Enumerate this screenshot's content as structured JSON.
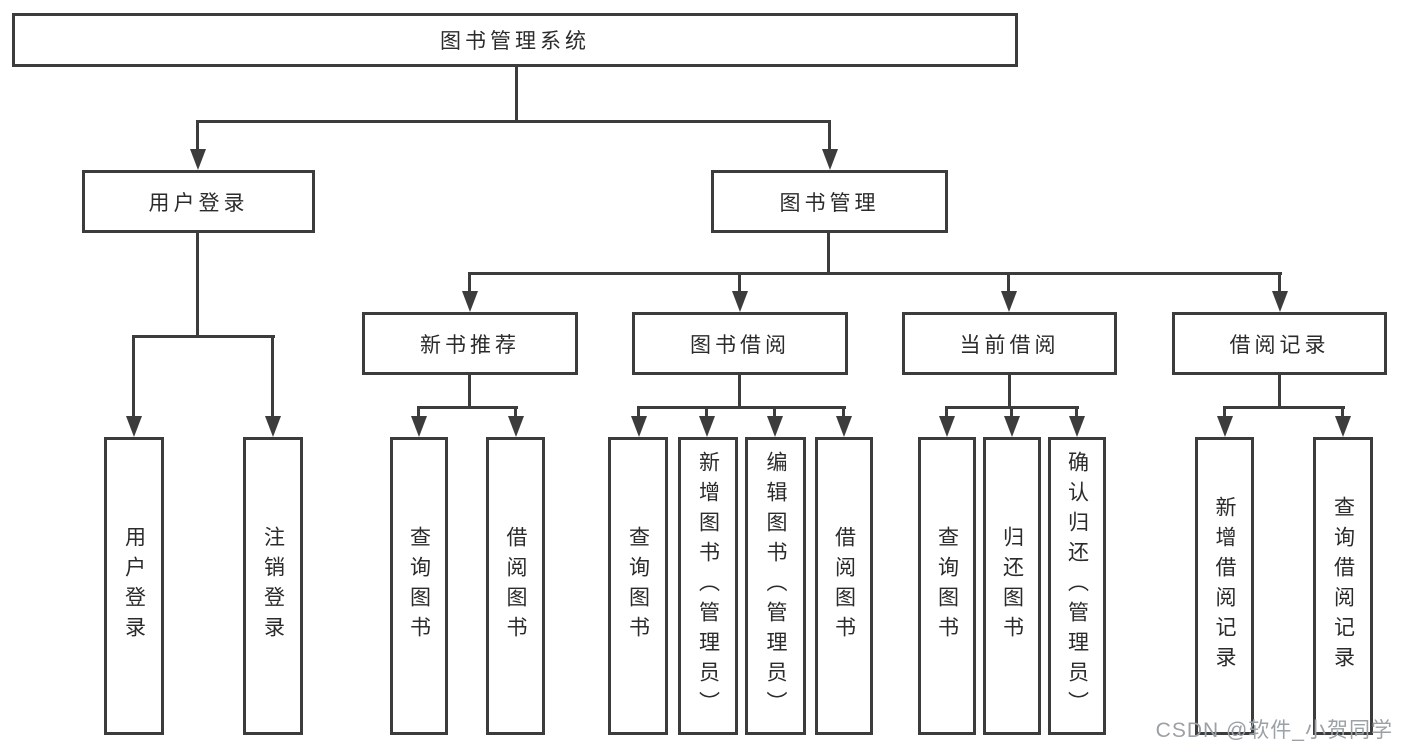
{
  "tree": {
    "label": "图书管理系统",
    "children": [
      {
        "label": "用户登录",
        "children": [
          {
            "label": "用户登录"
          },
          {
            "label": "注销登录"
          }
        ]
      },
      {
        "label": "图书管理",
        "children": [
          {
            "label": "新书推荐",
            "children": [
              {
                "label": "查询图书"
              },
              {
                "label": "借阅图书"
              }
            ]
          },
          {
            "label": "图书借阅",
            "children": [
              {
                "label": "查询图书"
              },
              {
                "label": "新增图书（管理员）"
              },
              {
                "label": "编辑图书（管理员）"
              },
              {
                "label": "借阅图书"
              }
            ]
          },
          {
            "label": "当前借阅",
            "children": [
              {
                "label": "查询图书"
              },
              {
                "label": "归还图书"
              },
              {
                "label": "确认归还（管理员）"
              }
            ]
          },
          {
            "label": "借阅记录",
            "children": [
              {
                "label": "新增借阅记录"
              },
              {
                "label": "查询借阅记录"
              }
            ]
          }
        ]
      }
    ]
  },
  "watermark": {
    "text": "CSDN @软件_小贺同学"
  },
  "colors": {
    "line": "#3c3c3c",
    "text": "#2b2b2b",
    "watermark": "#9ba1a6",
    "background": "#ffffff"
  }
}
